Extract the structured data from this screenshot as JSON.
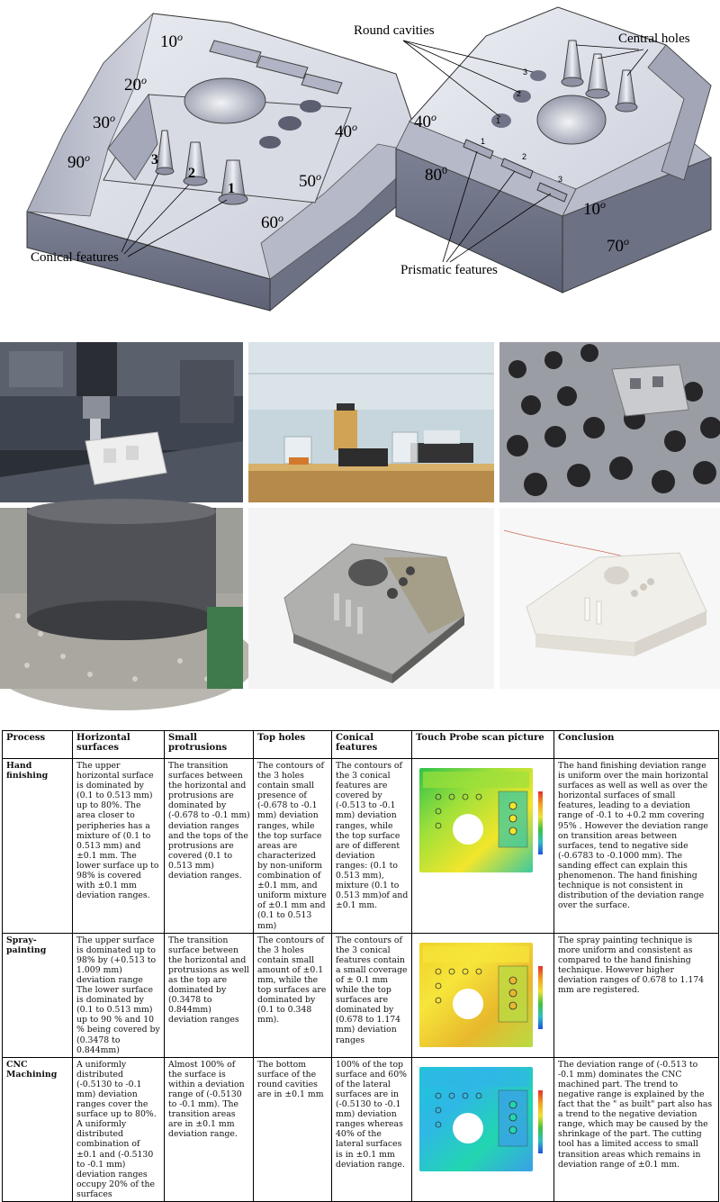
{
  "diagram": {
    "left_part": {
      "angles": [
        "10",
        "20",
        "30",
        "90",
        "40",
        "50",
        "60"
      ],
      "angle_suffix": "o",
      "feature_numbers": [
        "3",
        "2",
        "1"
      ],
      "callouts": {
        "conical": "Conical features"
      }
    },
    "right_part": {
      "angles": [
        "40",
        "80",
        "10",
        "70"
      ],
      "angle_suffix": "o",
      "angle_suffix_alt": "0",
      "cavity_numbers": [
        "3",
        "2",
        "1"
      ],
      "prism_numbers": [
        "1",
        "2",
        "3"
      ],
      "callouts": {
        "round": "Round cavities",
        "central": "Central holes",
        "prismatic": "Prismatic features"
      }
    }
  },
  "photos": [
    {
      "id": "cnc-milling"
    },
    {
      "id": "lab-scales"
    },
    {
      "id": "perforated-plate"
    },
    {
      "id": "vibratory-finisher"
    },
    {
      "id": "grey-part"
    },
    {
      "id": "white-part"
    }
  ],
  "table": {
    "headers": [
      "Process",
      "Horizontal surfaces",
      "Small protrusions",
      "Top holes",
      "Conical features",
      "Touch Probe scan picture",
      "Conclusion"
    ],
    "rows": [
      {
        "process": "Hand finishing",
        "horizontal": "The upper horizontal surface is dominated by (0.1 to 0.513 mm) up to 80%. The area closer to peripheries has a mixture of (0.1 to 0.513 mm) and ±0.1 mm. The lower surface up to 98% is covered with ±0.1 mm deviation ranges.",
        "protrusions": "The transition surfaces between the horizontal and protrusions are dominated by (-0.678 to -0.1 mm) deviation ranges and the tops of the protrusions are covered (0.1 to 0.513 mm) deviation ranges.",
        "holes": "The contours of the 3 holes contain small presence of (-0.678 to -0.1 mm) deviation ranges, while the top surface areas are characterized by non-uniform combination of ±0.1 mm, and uniform mixture of ±0.1 mm and (0.1 to 0.513 mm)",
        "conical": "The contours of the 3 conical features are covered by (-0.513 to -0.1 mm) deviation ranges, while the top surface are of different deviation ranges: (0.1 to 0.513 mm), mixture (0.1 to 0.513 mm)of and ±0.1 mm.",
        "conclusion": "The hand finishing deviation range is uniform over the main horizontal surfaces as well as well as over the horizontal surfaces of small features, leading to a deviation range of -0.1 to +0.2 mm covering 95% . However the deviation range on transition areas between surfaces, tend to negative side (-0.6783 to -0.1000 mm). The sanding effect can explain this phenomenon. The hand finishing technique is not consistent in distribution of the deviation range over the surface.",
        "scan_palette": [
          "#2fc24a",
          "#9ee03a",
          "#f2e62b",
          "#3cc8a0"
        ]
      },
      {
        "process": "Spray-painting",
        "horizontal": "The upper surface is dominated up to 98% by (+0.513 to 1.009 mm) deviation range The lower surface is dominated by (0.1 to 0.513 mm) up to 90 % and 10 % being covered by (0.3478 to 0.844mm)",
        "protrusions": "The transition surface between the horizontal and protrusions as well as the top are dominated by (0.3478 to 0.844mm) deviation ranges",
        "holes": "The contours of the 3 holes contain small amount of ±0.1 mm, while the top surfaces are dominated by (0.1 to 0.348 mm).",
        "conical": "The contours of the 3 conical features contain a small coverage of ± 0.1 mm while the top surfaces are dominated by (0.678 to 1.174 mm) deviation ranges",
        "conclusion": "The spray painting technique is more uniform and consistent as compared to the hand finishing technique. However higher deviation ranges of 0.678 to 1.174 mm are registered.",
        "scan_palette": [
          "#f0d22a",
          "#f6e53a",
          "#e8b82c",
          "#b8dc44"
        ]
      },
      {
        "process": "CNC Machining",
        "horizontal": "A uniformly distributed (-0.5130 to -0.1 mm) deviation ranges cover the surface up to 80%. A uniformly distributed combination of ±0.1 and (-0.5130 to -0.1 mm) deviation ranges occupy 20% of the surfaces",
        "protrusions": "Almost 100% of the surface is within a deviation range of (-0.5130 to -0.1 mm). The transition areas are in ±0.1 mm deviation range.",
        "holes": "The bottom surface of the round cavities are in ±0.1 mm",
        "conical": "100% of the top surface and 60% of the lateral surfaces are in (-0.5130 to -0.1 mm) deviation ranges whereas 40% of the lateral surfaces is in ±0.1 mm deviation range.",
        "conclusion": "The deviation range of (-0.513 to -0.1 mm) dominates the CNC machined part. The trend to negative range is explained by the fact that the \" as built\" part also has a trend to the negative deviation range, which may be caused by the shrinkage of the part. The cutting tool has a limited access to small transition areas which remains in deviation range of ±0.1 mm.",
        "scan_palette": [
          "#1ec6d8",
          "#2fb7e6",
          "#22d6b0",
          "#3aa0e8"
        ]
      }
    ]
  }
}
